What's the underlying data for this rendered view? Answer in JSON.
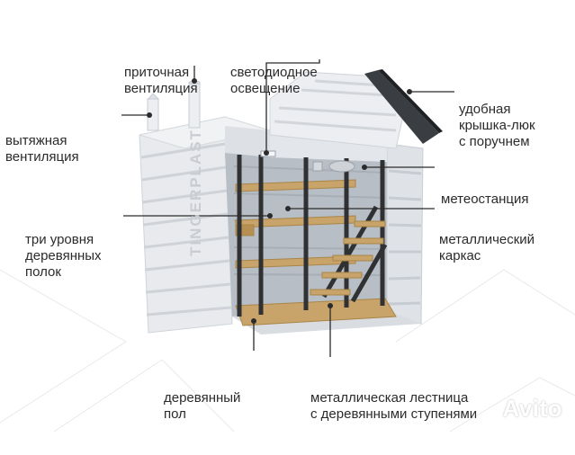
{
  "labels": {
    "supply_ventilation": [
      "приточная",
      "вентиляция"
    ],
    "led_lighting": [
      "светодиодное",
      "освещение"
    ],
    "hatch_cover": [
      "удобная",
      "крышка-люк",
      "с поручнем"
    ],
    "exhaust_ventilation": [
      "вытяжная",
      "вентиляция"
    ],
    "weather_station": [
      "метеостанция"
    ],
    "shelves": [
      "три уровня",
      "деревянных",
      "полок"
    ],
    "metal_frame": [
      "металлический",
      "каркас"
    ],
    "wooden_floor": [
      "деревянный",
      "пол"
    ],
    "metal_ladder": [
      "металлическая лестница",
      "с деревянными ступенями"
    ]
  },
  "brand_text": "TINGERPLAST",
  "watermark": "Avito",
  "colors": {
    "text": "#2b2b2b",
    "leader": "#2b2b2b",
    "body": "#e4e7ea",
    "body_shadow": "#c7ccd1",
    "interior": "#b9bfc6",
    "wood": "#c9a46a",
    "metal": "#2f3133",
    "roof": "#3a3d42"
  }
}
